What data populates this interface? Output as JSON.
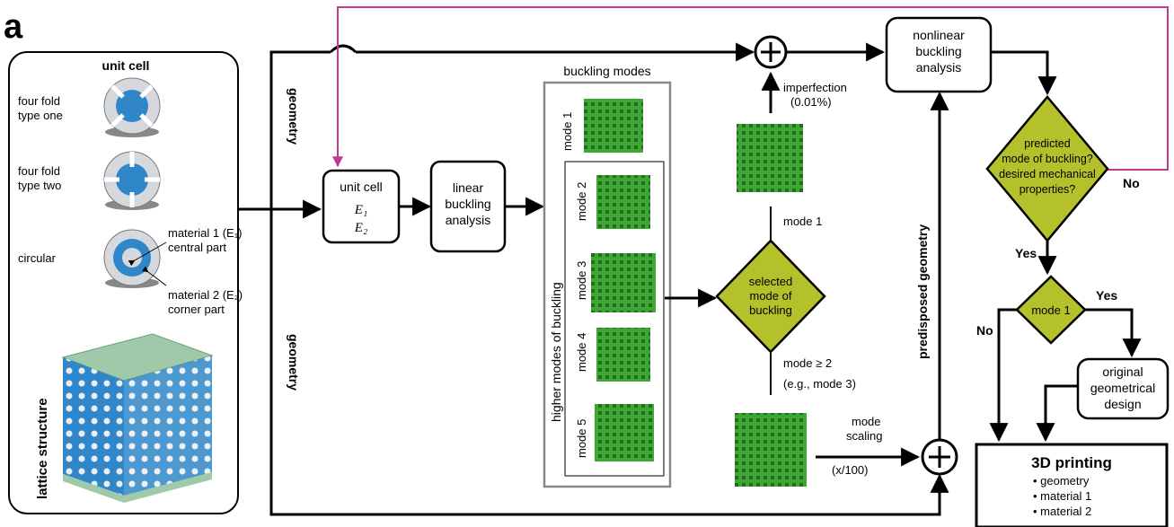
{
  "panel_label": "a",
  "left_panel": {
    "unit_cell_title": "unit cell",
    "variants": [
      {
        "line1": "four fold",
        "line2": "type one"
      },
      {
        "line1": "four fold",
        "line2": "type two"
      },
      {
        "line1": "circular",
        "line2": ""
      }
    ],
    "material1": {
      "line1": "material 1 (E₁)",
      "line2": "central part"
    },
    "material2": {
      "line1": "material 2 (E₂)",
      "line2": "corner part"
    },
    "lattice_label": "lattice structure"
  },
  "geometry_label_top": "geometry",
  "geometry_label_bottom": "geometry",
  "unit_cell_box": {
    "title": "unit cell",
    "e1": "E₁",
    "e2": "E₂"
  },
  "linear_box": {
    "line1": "linear",
    "line2": "buckling",
    "line3": "analysis"
  },
  "buckling_modes_title": "buckling modes",
  "higher_modes_label": "higher modes of buckling",
  "modes": [
    "mode 1",
    "mode 2",
    "mode 3",
    "mode 4",
    "mode 5"
  ],
  "selected_diamond": {
    "line1": "selected",
    "line2": "mode of",
    "line3": "buckling"
  },
  "mode1_path_label": "mode 1",
  "mode_ge2_label": {
    "line1": "mode ≥ 2",
    "line2": "(e.g., mode 3)"
  },
  "imperfection_label": {
    "line1": "imperfection",
    "line2": "(0.01%)"
  },
  "mode_scaling_label": {
    "line1": "mode",
    "line2": "scaling",
    "line3": "(x/100)"
  },
  "nonlinear_box": {
    "line1": "nonlinear",
    "line2": "buckling",
    "line3": "analysis"
  },
  "predisposed_label": "predisposed geometry",
  "predicted_diamond": {
    "line1": "predicted",
    "line2": "mode of buckling?",
    "line3": "desired mechanical",
    "line4": "properties?"
  },
  "yes_label_1": "Yes",
  "no_label_1": "No",
  "mode1_diamond": "mode 1",
  "yes_label_2": "Yes",
  "no_label_2": "No",
  "original_box": {
    "line1": "original",
    "line2": "geometrical",
    "line3": "design"
  },
  "printing_box": {
    "title": "3D printing",
    "items": [
      "• geometry",
      "• material 1",
      "• material 2"
    ]
  },
  "colors": {
    "lime": "#b5c12a",
    "green": "#3fa535",
    "blue": "#2f86c8",
    "magenta": "#c0388f"
  }
}
